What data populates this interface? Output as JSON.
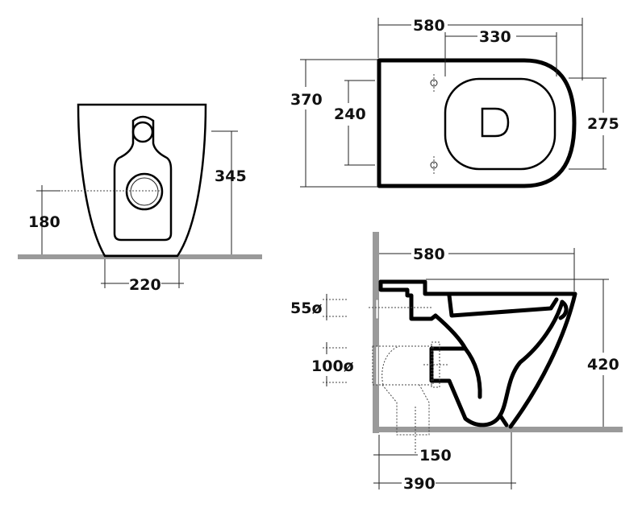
{
  "front_view": {
    "height": "345",
    "drain_height": "180",
    "base_width": "220"
  },
  "top_view": {
    "length": "580",
    "fixing_distance": "330",
    "width": "370",
    "fixing_spacing": "240",
    "seat_width": "275"
  },
  "side_view": {
    "length": "580",
    "inlet_diameter": "55ø",
    "outlet_diameter": "100ø",
    "height": "420",
    "outlet_distance": "150",
    "fixing_distance": "390"
  }
}
